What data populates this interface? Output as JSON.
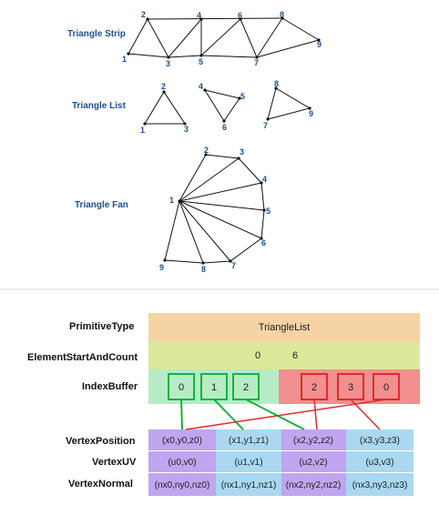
{
  "diagrams": {
    "strip": {
      "title": "Triangle Strip",
      "vertex_labels": [
        "1",
        "2",
        "3",
        "4",
        "5",
        "6",
        "7",
        "8",
        "9"
      ]
    },
    "list": {
      "title": "Triangle List",
      "vertex_labels": [
        "2",
        "1",
        "3",
        "4",
        "5",
        "6",
        "8",
        "7",
        "9"
      ]
    },
    "fan": {
      "title": "Triangle Fan",
      "vertex_labels": [
        "1",
        "2",
        "3",
        "4",
        "5",
        "6",
        "7",
        "8",
        "9"
      ]
    }
  },
  "table": {
    "primitive_type": {
      "label": "PrimitiveType",
      "value": "TriangleList"
    },
    "element_start_count": {
      "label": "ElementStartAndCount",
      "start": "0",
      "count": "6"
    },
    "index_buffer": {
      "label": "IndexBuffer",
      "indices": [
        "0",
        "1",
        "2",
        "2",
        "3",
        "0"
      ]
    },
    "vertex_rows": [
      {
        "label": "VertexPosition",
        "cells": [
          "(x0,y0,z0)",
          "(x1,y1,z1)",
          "(x2,y2,z2)",
          "(x3,y3,z3)"
        ]
      },
      {
        "label": "VertexUV",
        "cells": [
          "(u0,v0)",
          "(u1,v1)",
          "(u2,v2)",
          "(u3,v3)"
        ]
      },
      {
        "label": "VertexNormal",
        "cells": [
          "(nx0,ny0,nz0)",
          "(nx1,ny1,nz1)",
          "(nx2,ny2,nz2)",
          "(nx3,ny3,nz3)"
        ]
      }
    ]
  },
  "colors": {
    "primitive_bg": "#f5d3a4",
    "elem_bg": "#dde89a",
    "index_green_bg": "#b5ecc6",
    "index_red_bg": "#f28f8f",
    "green_line": "#19b33a",
    "red_line": "#e02b2b",
    "cell_purple": "#bfa6ee",
    "cell_blue": "#a9d8f0",
    "diagram_line": "#111111",
    "label_blue": "#1f4f8f"
  }
}
